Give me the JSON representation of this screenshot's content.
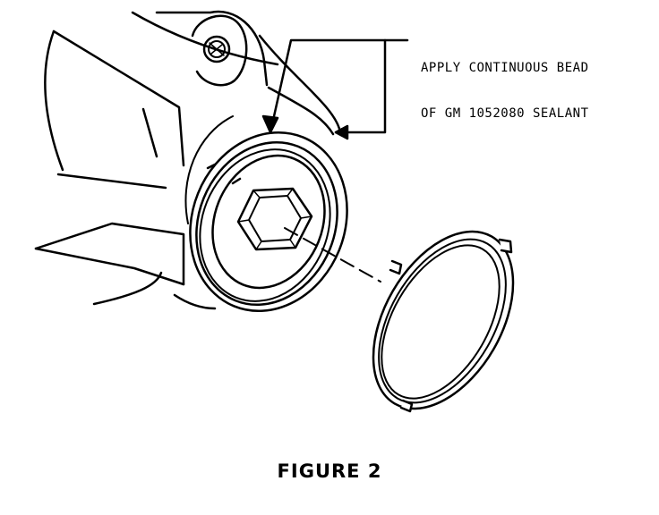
{
  "callout": {
    "line1": "APPLY CONTINUOUS BEAD",
    "line2": "OF GM 1052080 SEALANT"
  },
  "caption": "FIGURE 2",
  "colors": {
    "ink": "#000000",
    "paper": "#ffffff"
  }
}
